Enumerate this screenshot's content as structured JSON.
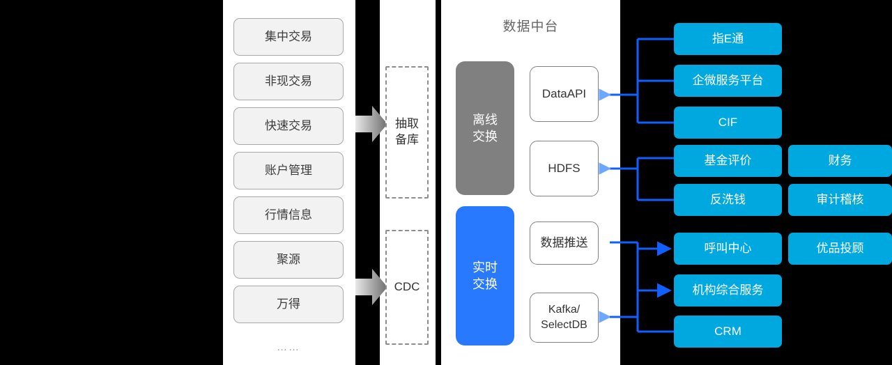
{
  "colors": {
    "background": "#000000",
    "panel": "#ffffff",
    "source_box_fill": "#f2f2f2",
    "source_box_border": "#a8a8a8",
    "sync_box_border": "#8d8d8d",
    "offline_pillar": "#808080",
    "realtime_pillar": "#2979ff",
    "component_border": "#808080",
    "app_box": "#00a8e0",
    "connector": "#1060ff",
    "connector_light": "#6ca8ff"
  },
  "sources": {
    "items": [
      {
        "label": "集中交易"
      },
      {
        "label": "非现交易"
      },
      {
        "label": "快速交易"
      },
      {
        "label": "账户管理"
      },
      {
        "label": "行情信息"
      },
      {
        "label": "聚源"
      },
      {
        "label": "万得"
      }
    ],
    "ellipsis": "……"
  },
  "sync": {
    "boxes": [
      {
        "name": "extract-standby-db",
        "label": "抽取\n备库"
      },
      {
        "name": "cdc",
        "label": "CDC"
      }
    ],
    "arrows": [
      {
        "name": "arrow-to-extract"
      },
      {
        "name": "arrow-to-cdc"
      }
    ]
  },
  "platform": {
    "title": "数据中台",
    "pillars": [
      {
        "name": "offline-exchange",
        "label": "离线\n交换"
      },
      {
        "name": "realtime-exchange",
        "label": "实时\n交换"
      }
    ],
    "components": [
      {
        "name": "dataapi",
        "label": "DataAPI"
      },
      {
        "name": "hdfs",
        "label": "HDFS"
      },
      {
        "name": "data-push",
        "label": "数据推送"
      },
      {
        "name": "kafka-selectdb",
        "label": "Kafka/\nSelectDB"
      }
    ]
  },
  "applications": {
    "column1": [
      {
        "label": "指E通"
      },
      {
        "label": "企微服务平台"
      },
      {
        "label": "CIF"
      },
      {
        "label": "基金评价"
      },
      {
        "label": "反洗钱"
      },
      {
        "label": "呼叫中心"
      },
      {
        "label": "机构综合服务"
      },
      {
        "label": "CRM"
      }
    ],
    "column2": [
      {
        "label": "财务"
      },
      {
        "label": "审计稽核"
      },
      {
        "label": "优品投顾"
      }
    ]
  }
}
